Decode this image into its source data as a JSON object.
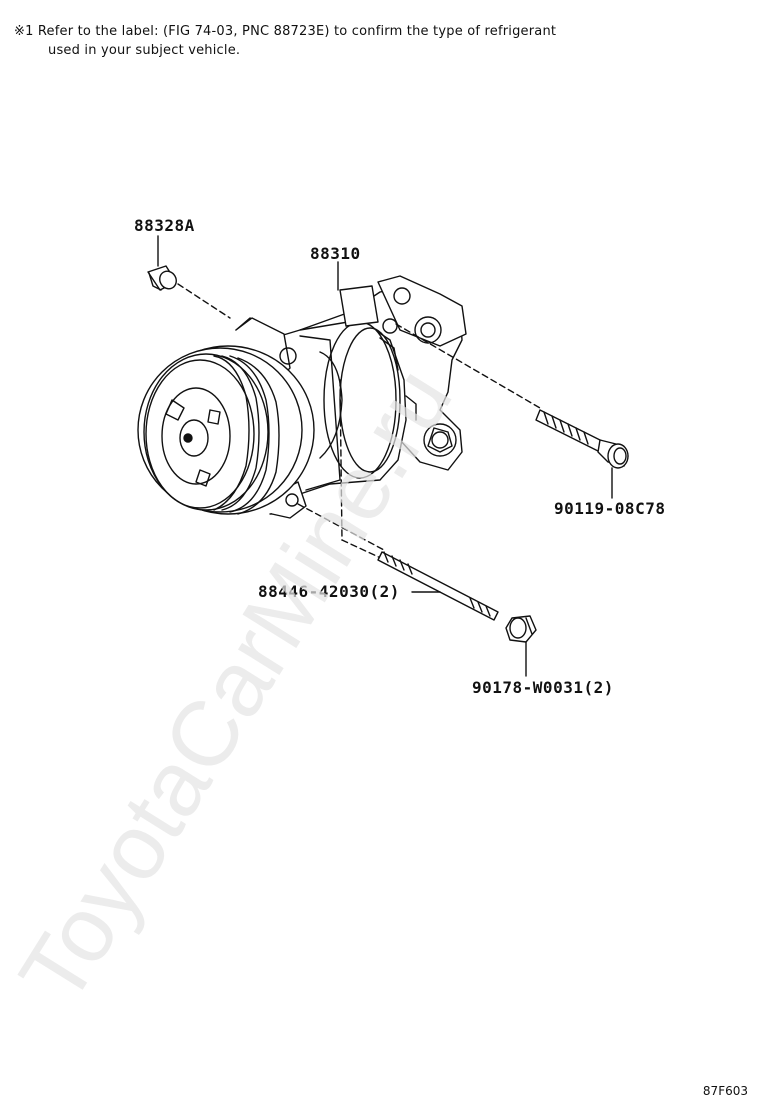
{
  "note": {
    "line1": "※1 Refer to the label: (FIG 74-03, PNC 88723E) to confirm the type of refrigerant",
    "line2": "used in your subject vehicle."
  },
  "parts": {
    "p1": "88328A",
    "p2": "88310",
    "p3": "90119-08C78",
    "p4": "88446-42030(2)",
    "p5": "90178-W0031(2)"
  },
  "figure_code": "87F603",
  "watermark": "ToyotaCarMine.ru"
}
